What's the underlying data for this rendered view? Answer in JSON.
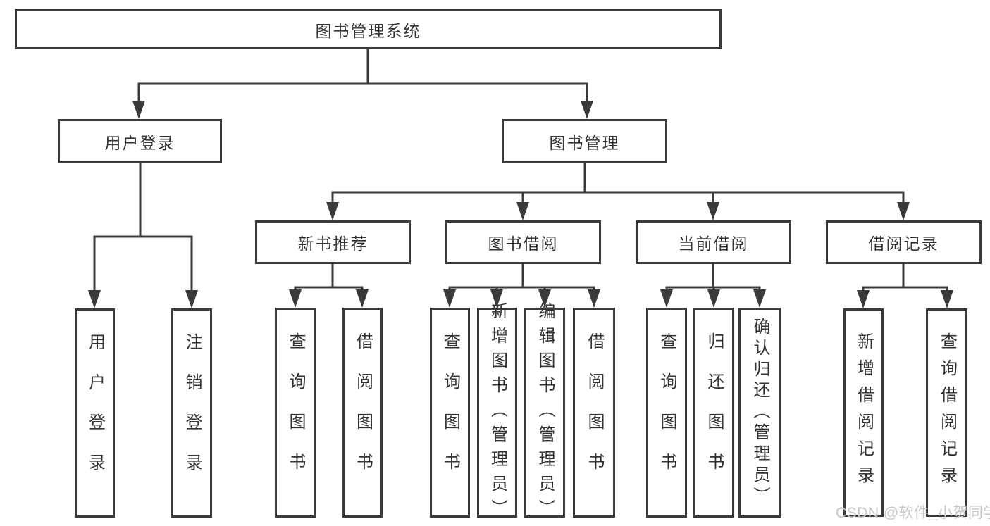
{
  "tree": {
    "root": {
      "label": "图书管理系统"
    },
    "branches": [
      {
        "label": "用户登录",
        "children": [
          {
            "label": "用户登录"
          },
          {
            "label": "注销登录"
          }
        ]
      },
      {
        "label": "图书管理",
        "children": [
          {
            "label": "新书推荐",
            "children": [
              {
                "label": "查询图书"
              },
              {
                "label": "借阅图书"
              }
            ]
          },
          {
            "label": "图书借阅",
            "children": [
              {
                "label": "查询图书"
              },
              {
                "label": "新增图书（管理员）"
              },
              {
                "label": "编辑图书（管理员）"
              },
              {
                "label": "借阅图书"
              }
            ]
          },
          {
            "label": "当前借阅",
            "children": [
              {
                "label": "查询图书"
              },
              {
                "label": "归还图书"
              },
              {
                "label": "确认归还（管理员）"
              }
            ]
          },
          {
            "label": "借阅记录",
            "children": [
              {
                "label": "新增借阅记录"
              },
              {
                "label": "查询借阅记录"
              }
            ]
          }
        ]
      }
    ]
  },
  "watermark": {
    "text": "CSDN @软件_小贺同学"
  },
  "colors": {
    "line": "#3a3a3a",
    "text": "#333333",
    "background": "#ffffff",
    "watermark_text": "#c7c7c7"
  }
}
